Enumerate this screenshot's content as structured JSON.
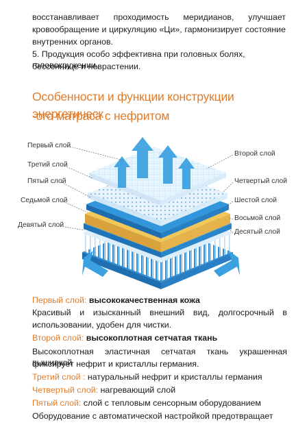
{
  "intro": {
    "line1": "восстанавливает проходимость меридианов, улучшает",
    "line2": "кровообращение и циркуляцию «Ци», гармонизирует состояние",
    "line3": "внутренних органов.",
    "line4": "5. Продукция особо эффективна при головных болях, головокружении,",
    "line5": "бессоннице и неврастении."
  },
  "heading": {
    "line1": "Особенности и функции конструкции энергетическ",
    "line2": "-ого матраса с нефритом"
  },
  "diagram": {
    "left_labels": [
      "Первый слой",
      "Третий слой",
      "Пятый слой",
      "Седьмой слой",
      "Девятый слой"
    ],
    "right_labels": [
      "Второй слой",
      "Четвертый слой",
      "Шестой слой",
      "Восьмой слой",
      "Десятый слой"
    ],
    "colors": {
      "arrow": "#3aa0e0",
      "top_layer": "#dff0fb",
      "blue_layer": "#2f8fd8",
      "gold_layer": "#e8b94a",
      "coil": "#9fc7e6"
    }
  },
  "layers": {
    "l1_title": "Первый слой:",
    "l1_name": "высококачественная кожа",
    "l1_desc1": "Красивый и изысканный внешний вид, долгосрочный в",
    "l1_desc2": "использовании, удобен для чистки.",
    "l2_title": "Второй слой:",
    "l2_name": "высокоплотная сетчатая ткань",
    "l2_desc1": "Высокоплотная эластичная сетчатая ткань украшенная вышивкой",
    "l2_desc2": "фиксирует нефрит и кристаллы германия.",
    "l3_title": "Третий слой :",
    "l3_name": "натуральный нефрит и кристаллы германия",
    "l4_title": "Четвертый слой:",
    "l4_name": "нагревающий слой",
    "l5_title": "Пятый слой:",
    "l5_name": "слой с тепловым сенсорным оборудованием",
    "l5_desc1": "Оборудование с автоматической настройкой предотвращает"
  }
}
